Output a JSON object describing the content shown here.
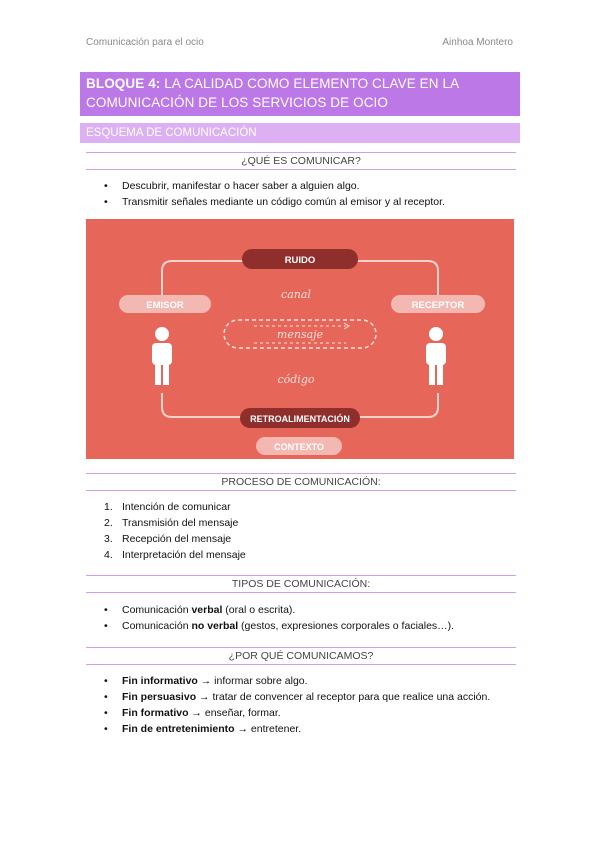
{
  "header": {
    "left": "Comunicación para el ocio",
    "right": "Ainhoa Montero"
  },
  "block": {
    "prefix": "BLOQUE 4:",
    "title_line1": " LA CALIDAD COMO ELEMENTO CLAVE EN LA",
    "title_line2": "COMUNICACIÓN DE LOS SERVICIOS DE OCIO"
  },
  "section": {
    "title": "ESQUEMA DE COMUNICACIÓN"
  },
  "que_es": {
    "heading": "¿QUÉ ES COMUNICAR?",
    "items": [
      "Descubrir, manifestar o hacer saber a alguien algo.",
      "Transmitir señales mediante un código común al emisor y al receptor."
    ]
  },
  "diagram": {
    "ruido": "RUIDO",
    "canal": "canal",
    "emisor": "EMISOR",
    "receptor": "RECEPTOR",
    "mensaje": "mensaje",
    "codigo": "código",
    "retroalimentacion": "RETROALIMENTACIÓN",
    "contexto": "CONTEXTO",
    "colors": {
      "background": "#e6665a",
      "dark_pill": "#8f2f2c",
      "light_pill": "#f2b8b1"
    }
  },
  "proceso": {
    "heading": "PROCESO DE COMUNICACIÓN:",
    "items": [
      {
        "num": "1.",
        "text": "Intención de comunicar"
      },
      {
        "num": "2.",
        "text": "Transmisión del mensaje"
      },
      {
        "num": "3.",
        "text": "Recepción del mensaje"
      },
      {
        "num": "4.",
        "text": "Interpretación del mensaje"
      }
    ]
  },
  "tipos": {
    "heading": "TIPOS DE COMUNICACIÓN:",
    "items": [
      {
        "pre": "Comunicación ",
        "bold": "verbal",
        "post": " (oral o escrita)."
      },
      {
        "pre": "Comunicación ",
        "bold": "no verbal",
        "post": " (gestos, expresiones corporales o faciales…)."
      }
    ]
  },
  "porque": {
    "heading": "¿POR QUÉ COMUNICAMOS?",
    "items": [
      {
        "bold": "Fin informativo",
        "post": " → informar sobre algo."
      },
      {
        "bold": "Fin persuasivo",
        "post": " → tratar de convencer al receptor para que realice una acción."
      },
      {
        "bold": "Fin formativo",
        "post": " → enseñar, formar."
      },
      {
        "bold": "Fin de entretenimiento",
        "post": " → entretener."
      }
    ]
  }
}
